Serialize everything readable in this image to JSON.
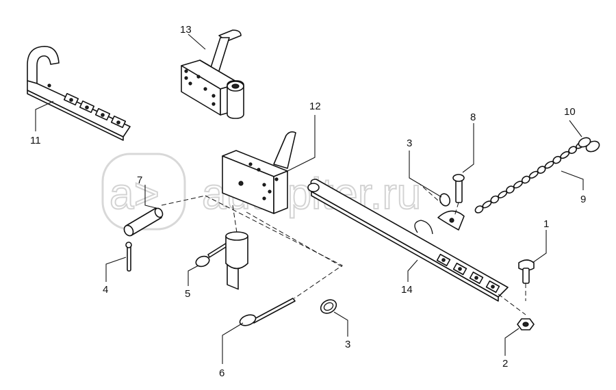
{
  "watermark": {
    "logo_text": "a>",
    "site_text": "autopiter.ru"
  },
  "callouts": {
    "c1": "1",
    "c2": "2",
    "c3a": "3",
    "c3b": "3",
    "c4": "4",
    "c5": "5",
    "c6": "6",
    "c7": "7",
    "c8": "8",
    "c9": "9",
    "c10": "10",
    "c11": "11",
    "c12": "12",
    "c13": "13",
    "c14": "14"
  }
}
